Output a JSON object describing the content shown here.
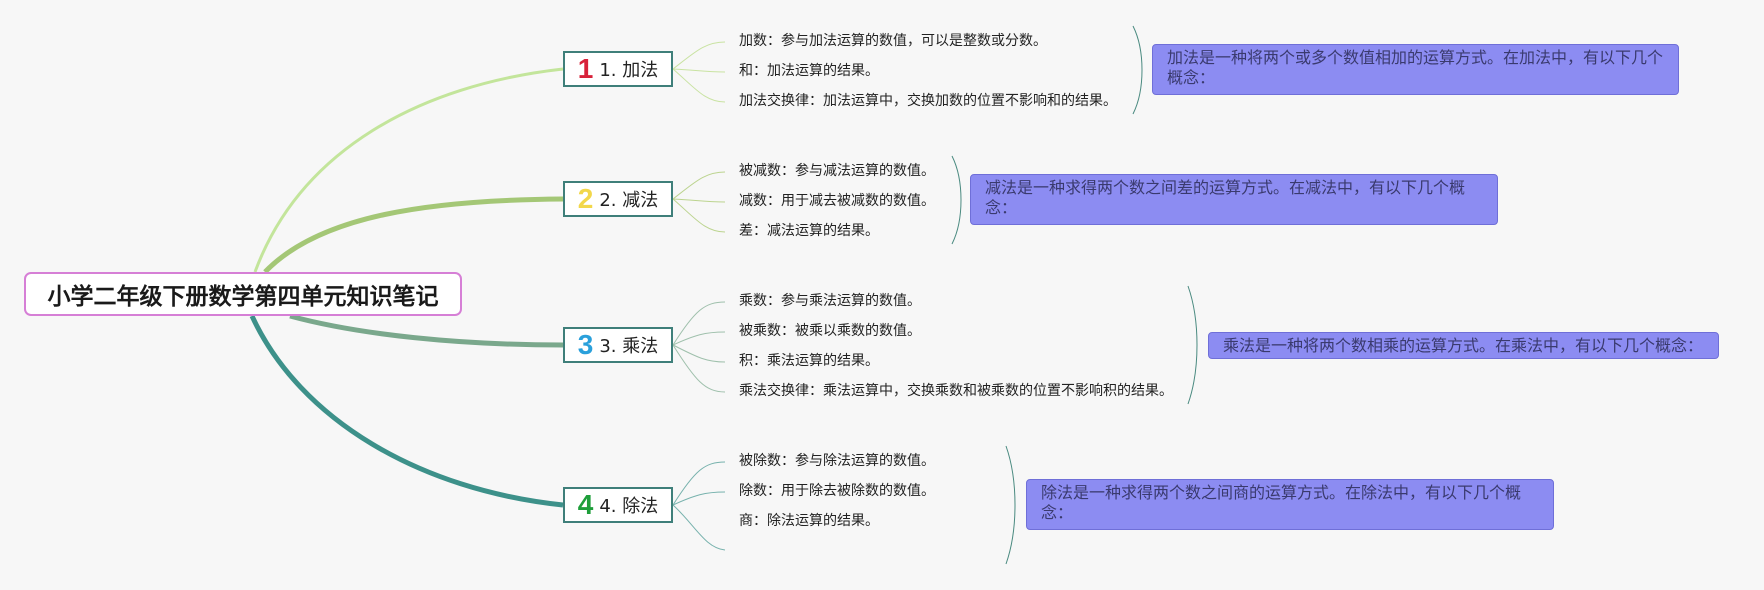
{
  "root": {
    "title": "小学二年级下册数学第四单元知识笔记"
  },
  "colors": {
    "root_border": "#d67fd6",
    "branch_border": "#3f7f7a",
    "summary_fill": "#8c8cf2",
    "line_1": "#c3e59b",
    "line_2": "#a4c776",
    "line_3": "#7aa88c",
    "line_4": "#3d918a",
    "num_1": "#d8223a",
    "num_2": "#f2d74a",
    "num_3": "#2aa0db",
    "num_4": "#1e9e3a"
  },
  "branches": [
    {
      "number": "1",
      "label": "1. 加法",
      "items": [
        "加数：参与加法运算的数值，可以是整数或分数。",
        "和：加法运算的结果。",
        "加法交换律：加法运算中，交换加数的位置不影响和的结果。"
      ],
      "summary": "加法是一种将两个或多个数值相加的运算方式。在加法中，有以下几个概念："
    },
    {
      "number": "2",
      "label": "2. 减法",
      "items": [
        "被减数：参与减法运算的数值。",
        "减数：用于减去被减数的数值。",
        "差：减法运算的结果。"
      ],
      "summary": "减法是一种求得两个数之间差的运算方式。在减法中，有以下几个概念："
    },
    {
      "number": "3",
      "label": "3. 乘法",
      "items": [
        "乘数：参与乘法运算的数值。",
        "被乘数：被乘以乘数的数值。",
        "积：乘法运算的结果。",
        "乘法交换律：乘法运算中，交换乘数和被乘数的位置不影响积的结果。"
      ],
      "summary": "乘法是一种将两个数相乘的运算方式。在乘法中，有以下几个概念："
    },
    {
      "number": "4",
      "label": "4. 除法",
      "items": [
        "被除数：参与除法运算的数值。",
        "除数：用于除去被除数的数值。",
        "商：除法运算的结果。"
      ],
      "summary": "除法是一种求得两个数之间商的运算方式。在除法中，有以下几个概念："
    }
  ]
}
